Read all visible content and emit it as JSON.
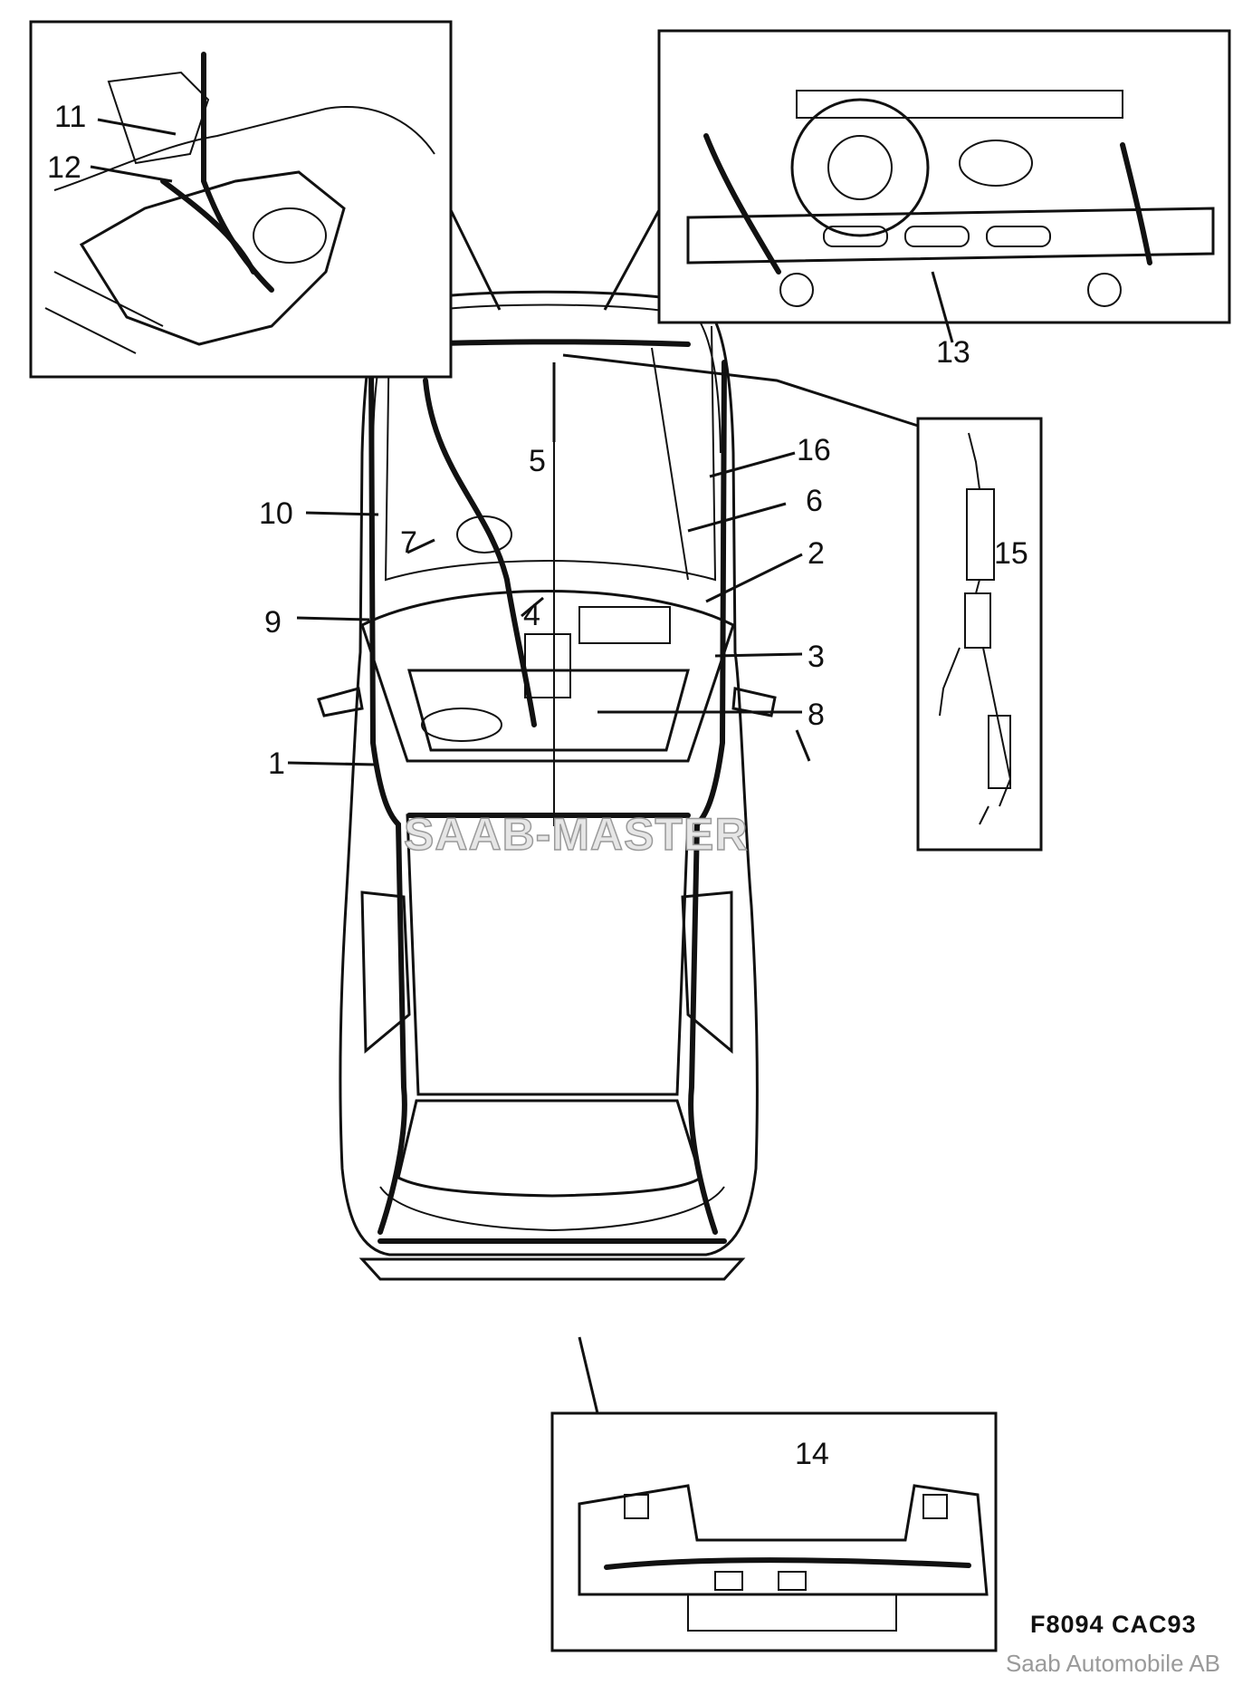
{
  "diagram": {
    "watermark": "SAAB-MASTER",
    "drawing_code": "F8094 CAC93",
    "credit": "Saab Automobile AB",
    "callouts": {
      "c1": "1",
      "c2": "2",
      "c3": "3",
      "c4": "4",
      "c5": "5",
      "c6": "6",
      "c7": "7",
      "c8": "8",
      "c9": "9",
      "c10": "10",
      "c11": "11",
      "c12": "12",
      "c13": "13",
      "c14": "14",
      "c15": "15",
      "c16": "16"
    }
  }
}
